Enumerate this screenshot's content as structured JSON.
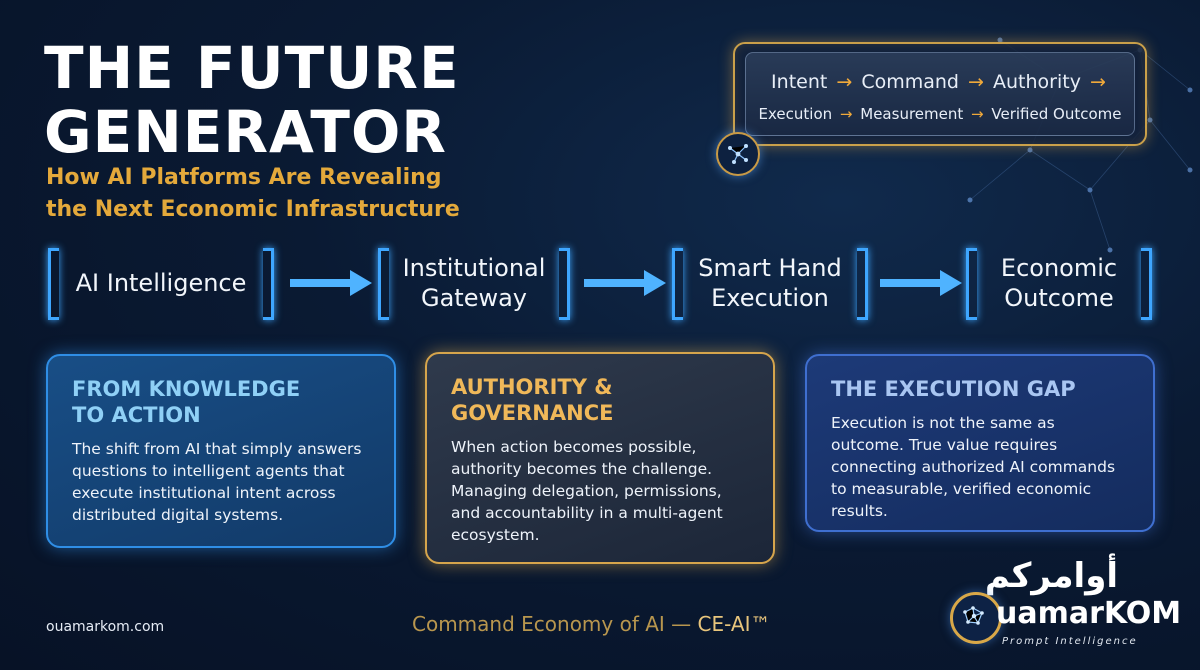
{
  "header": {
    "title": "THE FUTURE\nGENERATOR",
    "subtitle": "How AI Platforms Are Revealing the Next Economic Infrastructure"
  },
  "flow_box": {
    "line1": [
      "Intent",
      "Command",
      "Authority"
    ],
    "line2": [
      "Execution",
      "Measurement",
      "Verified Outcome"
    ],
    "arrow": "→"
  },
  "pipeline": {
    "stages": [
      "AI Intelligence",
      "Institutional\nGateway",
      "Smart Hand\nExecution",
      "Economic\nOutcome"
    ]
  },
  "cards": [
    {
      "title": "FROM KNOWLEDGE\nTO ACTION",
      "body": "The shift from AI that simply answers questions to intelligent agents that execute institutional intent across distributed digital systems."
    },
    {
      "title": "AUTHORITY &\nGOVERNANCE",
      "body": "When action becomes possible, authority becomes the challenge. Managing delegation, permissions, and accountability in a multi-agent ecosystem."
    },
    {
      "title": "THE EXECUTION GAP",
      "body": "Execution is not the same as outcome. True value requires connecting authorized AI commands to measurable, verified economic results."
    }
  ],
  "footer": {
    "website": "ouamarkom.com",
    "tagline_prefix": "Command Economy of AI — ",
    "tagline_brand": "CE-AI™"
  },
  "logo": {
    "arabic": "أوامركم",
    "name": "uamarKOM",
    "sub": "Prompt Intelligence"
  },
  "colors": {
    "background": "#0a1a33",
    "accent_gold": "#e4a93b",
    "accent_blue": "#3ea6ff"
  }
}
